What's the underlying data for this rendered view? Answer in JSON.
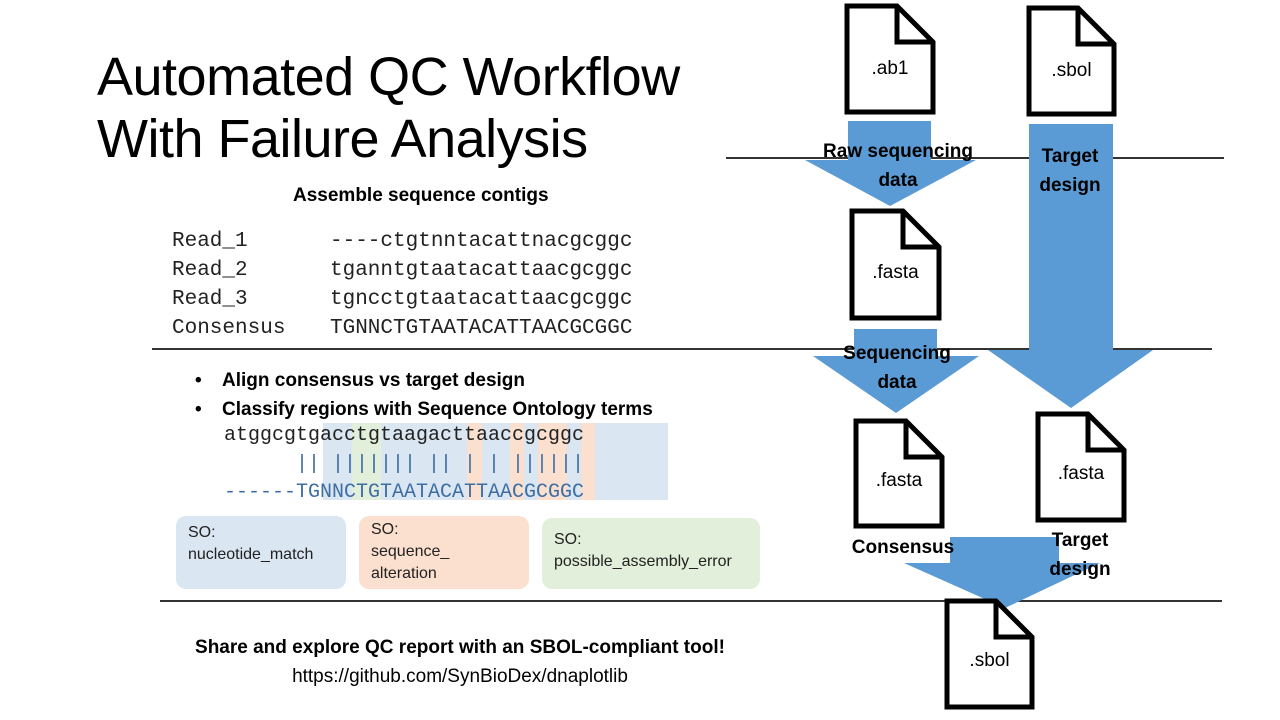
{
  "title": [
    "Automated QC Workflow",
    "With Failure Analysis"
  ],
  "assemble_heading": "Assemble sequence contigs",
  "reads": [
    {
      "name": "Read_1",
      "seq": "----ctgtnntacattnacgcggc"
    },
    {
      "name": "Read_2",
      "seq": "tganntgtaatacattaacgcggc"
    },
    {
      "name": "Read_3",
      "seq": "tgncctgtaatacattaacgcggc"
    },
    {
      "name": "Consensus",
      "seq": "TGNNCTGTAATACATTAACGCGGC"
    }
  ],
  "bullets": [
    "Align consensus vs target design",
    "Classify regions with Sequence Ontology terms"
  ],
  "alignment": {
    "target": "atggcgtgacctgtaagacttaaccgcggc",
    "bars": "      || ||||||| || | | ||||||",
    "consensus": "------TGNNCTGTAATACATTAACGCGGC"
  },
  "legend": [
    {
      "line1": "SO:",
      "line2": "nucleotide_match",
      "line3": ""
    },
    {
      "line1": "SO:",
      "line2": "sequence_",
      "line3": "alteration"
    },
    {
      "line1": "SO:",
      "line2": "possible_assembly_error",
      "line3": ""
    }
  ],
  "share": {
    "line1": "Share and explore QC report with an SBOL-compliant tool!",
    "line2": "https://github.com/SynBioDex/dnaplotlib"
  },
  "flow": {
    "file_ab1": ".ab1",
    "file_sbol_top": ".sbol",
    "raw_label": [
      "Raw sequencing",
      "data"
    ],
    "target_label_top": [
      "Target",
      "design"
    ],
    "file_fasta_1": ".fasta",
    "seq_label": [
      "Sequencing",
      "data"
    ],
    "file_fasta_consensus": ".fasta",
    "file_fasta_target": ".fasta",
    "consensus_label": "Consensus",
    "target_label_bottom": [
      "Target",
      "design"
    ],
    "file_sbol_bottom": ".sbol"
  },
  "colors": {
    "arrow": "#5b9bd5",
    "match": "#dae6f2",
    "alteration": "#fbe0cf",
    "assembly_error": "#e2efda"
  }
}
